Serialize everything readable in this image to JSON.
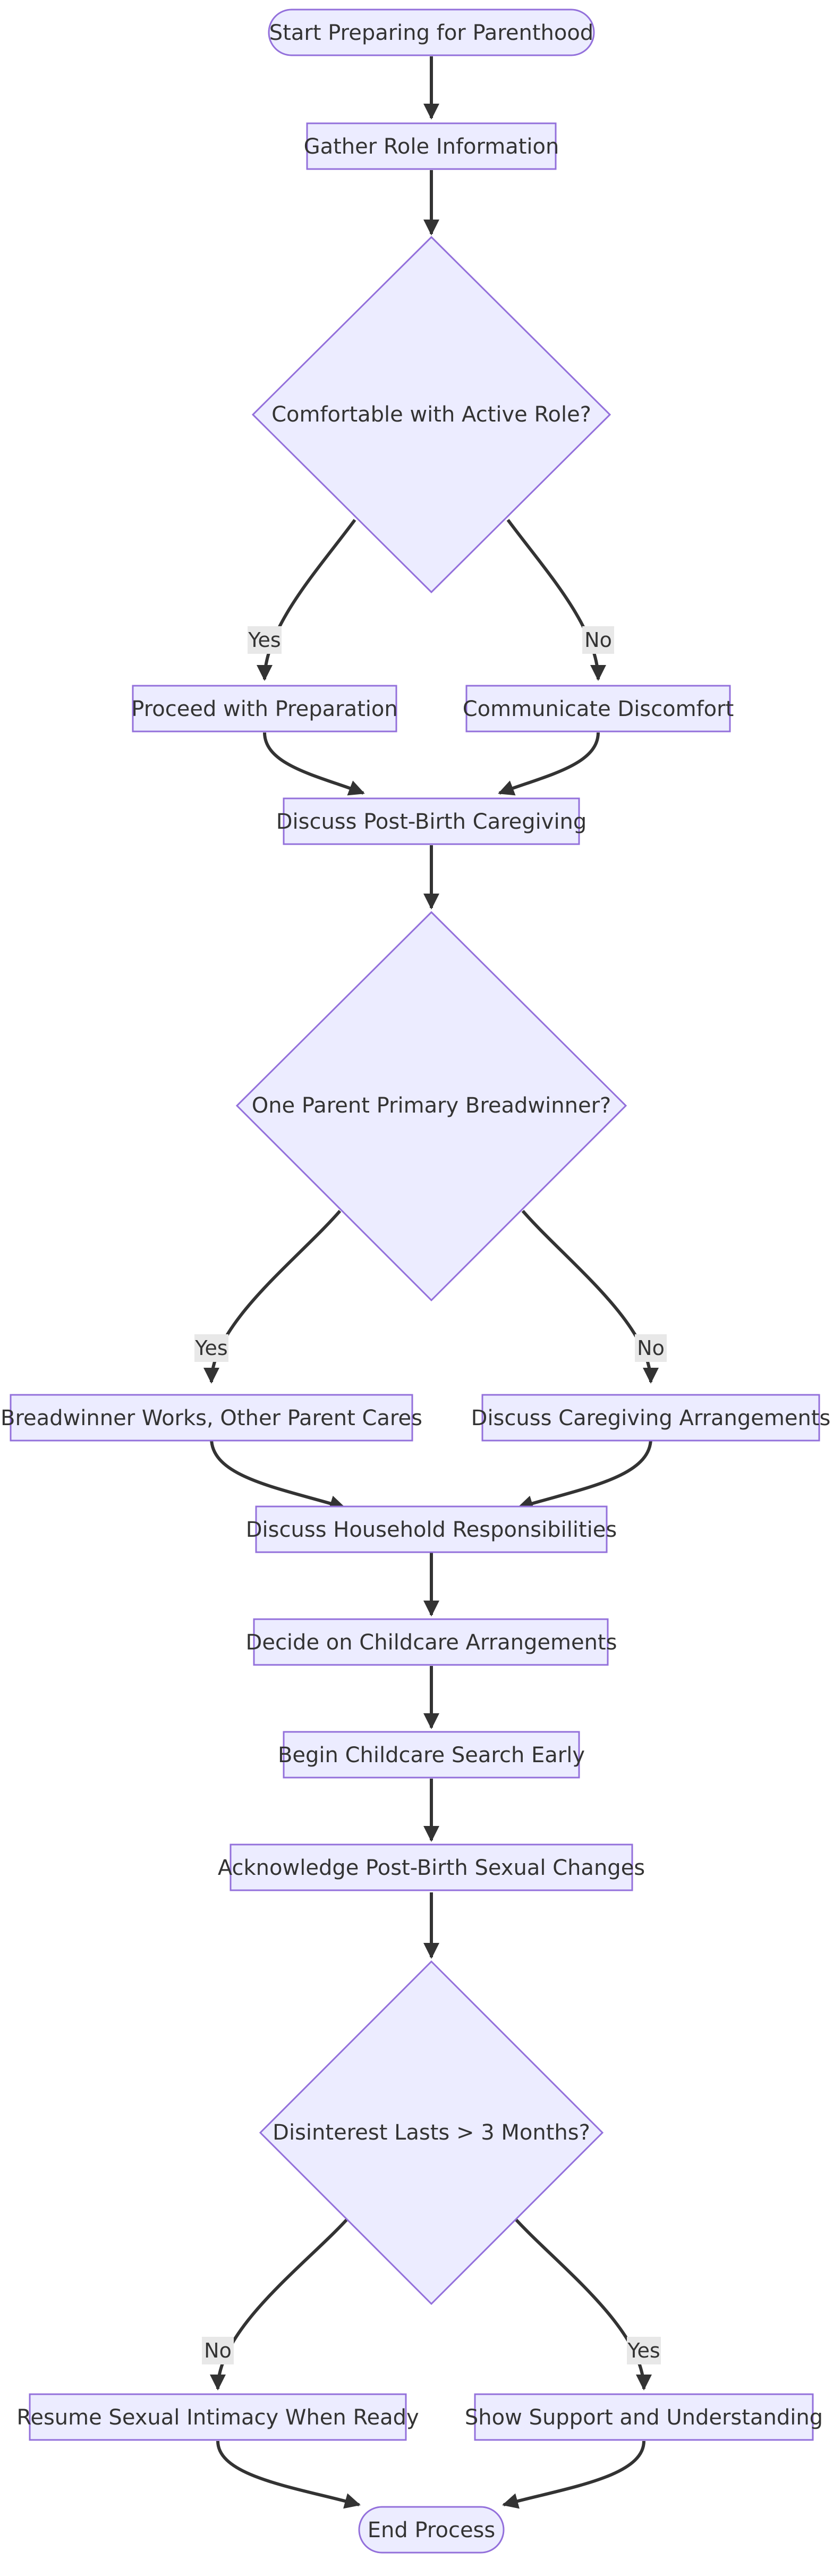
{
  "flowchart": {
    "nodes": {
      "start": "Start Preparing for Parenthood",
      "gather": "Gather Role Information",
      "comfortable": "Comfortable with Active Role?",
      "proceed": "Proceed with Preparation",
      "communicate": "Communicate Discomfort",
      "post_birth": "Discuss Post-Birth Caregiving",
      "breadwinner_q": "One Parent Primary Breadwinner?",
      "breadwinner_works": "Breadwinner Works, Other Parent Cares",
      "caregiving": "Discuss Caregiving Arrangements",
      "household": "Discuss Household Responsibilities",
      "childcare": "Decide on Childcare Arrangements",
      "search": "Begin Childcare Search Early",
      "acknowledge": "Acknowledge Post-Birth Sexual Changes",
      "disinterest_q": "Disinterest Lasts > 3 Months?",
      "resume": "Resume Sexual Intimacy When Ready",
      "support": "Show Support and Understanding",
      "end": "End Process"
    },
    "edge_labels": {
      "comfortable_yes": "Yes",
      "comfortable_no": "No",
      "breadwinner_yes": "Yes",
      "breadwinner_no": "No",
      "disinterest_no": "No",
      "disinterest_yes": "Yes"
    },
    "colors": {
      "node_fill": "#ececff",
      "node_stroke": "#9370db",
      "edge": "#333333",
      "label_bg": "#e8e8e8"
    }
  }
}
